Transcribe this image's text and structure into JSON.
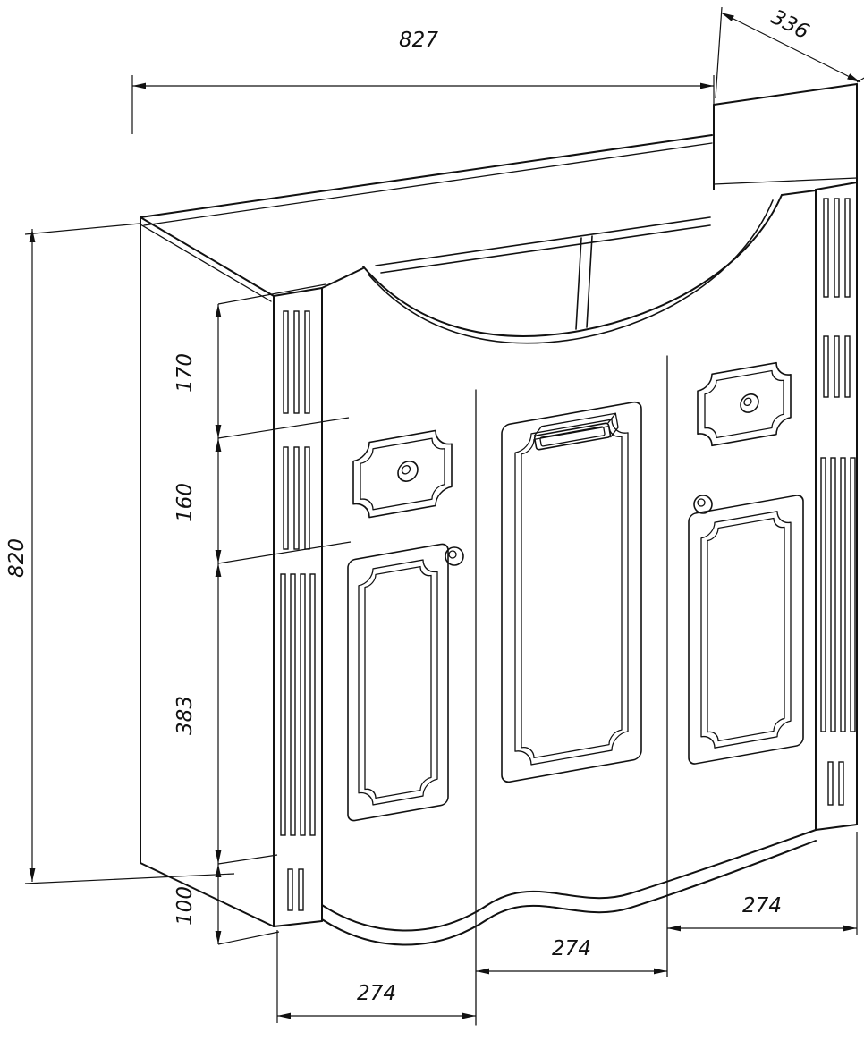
{
  "meta": {
    "background_color": "#ffffff",
    "line_color": "#111111",
    "drawing_type": "furniture technical drawing (bathroom vanity cabinet, axonometric view)"
  },
  "dimensions": {
    "top_width": "827",
    "depth": "336",
    "overall_height": "820",
    "segments": [
      {
        "label": "170"
      },
      {
        "label": "160"
      },
      {
        "label": "383"
      },
      {
        "label": "100"
      }
    ],
    "bottom_widths": [
      {
        "label": "274"
      },
      {
        "label": "274"
      },
      {
        "label": "274"
      }
    ]
  }
}
